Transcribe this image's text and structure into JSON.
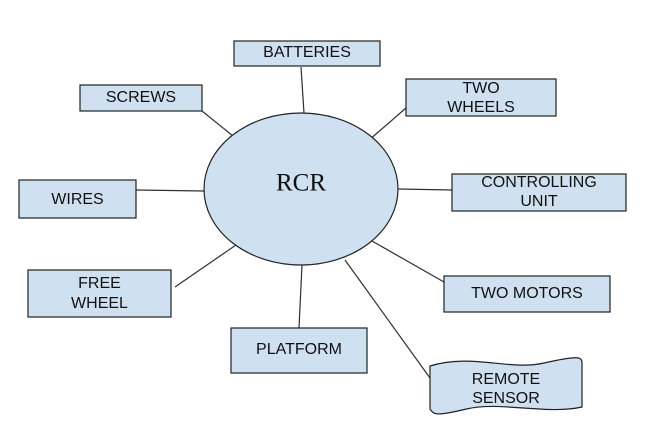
{
  "colors": {
    "fill": "#cfe0f1",
    "stroke": "#222222",
    "line": "#2f2f2f",
    "text": "#111111"
  },
  "center": {
    "label": "RCR"
  },
  "nodes": [
    {
      "id": "batteries",
      "lines": [
        "BATTERIES"
      ]
    },
    {
      "id": "screws",
      "lines": [
        "SCREWS"
      ]
    },
    {
      "id": "two-wheels",
      "lines": [
        "TWO",
        "WHEELS"
      ]
    },
    {
      "id": "wires",
      "lines": [
        "WIRES"
      ]
    },
    {
      "id": "controlling-unit",
      "lines": [
        "CONTROLLING",
        "UNIT"
      ]
    },
    {
      "id": "free-wheel",
      "lines": [
        "FREE",
        "WHEEL"
      ]
    },
    {
      "id": "two-motors",
      "lines": [
        "TWO MOTORS"
      ]
    },
    {
      "id": "platform",
      "lines": [
        "PLATFORM"
      ]
    },
    {
      "id": "remote-sensor",
      "lines": [
        "REMOTE",
        "SENSOR"
      ]
    }
  ]
}
